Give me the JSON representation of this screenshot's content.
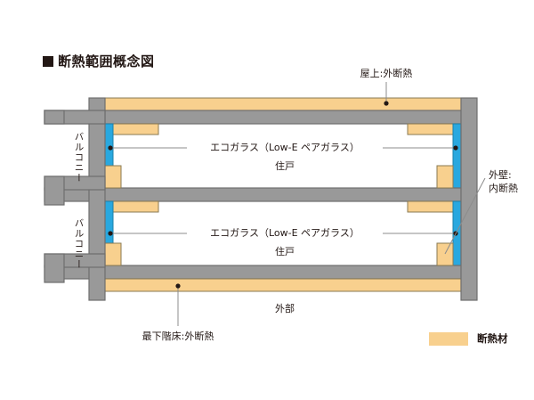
{
  "title": {
    "marker": "filled-square-bullet",
    "text": "断熱範囲概念図"
  },
  "colors": {
    "concrete_fill": "#999999",
    "concrete_stroke": "#6e6e6e",
    "insulation_fill": "#f8d08e",
    "insulation_stroke": "#8a7a52",
    "glass_fill": "#29a8df",
    "glass_stroke": "#1b7fa8",
    "leader_line": "#888888",
    "text": "#231815",
    "background": "#ffffff"
  },
  "labels": {
    "roof": "屋上:外断熱",
    "balcony_upper": "バルコニー",
    "balcony_lower": "バルコニー",
    "glass_upper": "エコガラス（Low-E ペアガラス）",
    "dwelling_upper": "住戸",
    "glass_lower": "エコガラス（Low-E ペアガラス）",
    "dwelling_lower": "住戸",
    "exterior_wall_line1": "外壁:",
    "exterior_wall_line2": "内断熱",
    "exterior": "外部",
    "lowest_floor": "最下階床:外断熱"
  },
  "legend": {
    "swatch_color": "#f8d08e",
    "label": "断熱材"
  }
}
